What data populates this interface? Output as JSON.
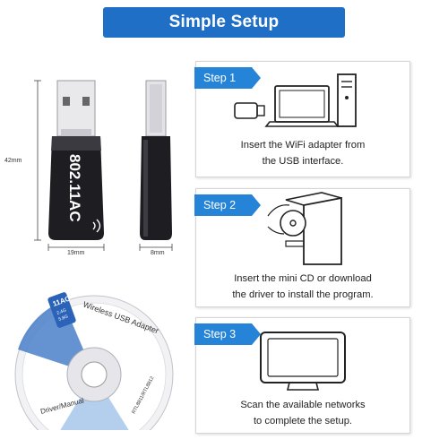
{
  "banner": {
    "title": "Simple Setup"
  },
  "product": {
    "height_label": "42mm",
    "width_label": "19mm",
    "depth_label": "8mm",
    "device_text": "802.11AC",
    "cd_title": "Wireless USB Adapter",
    "cd_badge_main": "11AC",
    "cd_badge_sub1": "2.4G",
    "cd_badge_sub2": "5.8G",
    "cd_footer_left": "Driver/Manual",
    "cd_footer_right": "RTL8811/RTL8812"
  },
  "steps": [
    {
      "tag": "Step 1",
      "line1": "Insert the WiFi adapter from",
      "line2": "the USB interface."
    },
    {
      "tag": "Step 2",
      "line1": "Insert the mini CD or download",
      "line2": "the driver to install the program."
    },
    {
      "tag": "Step 3",
      "line1": "Scan the available networks",
      "line2": "to complete the setup."
    }
  ],
  "colors": {
    "banner": "#1f6fc7",
    "step_tag": "#2684d8"
  }
}
